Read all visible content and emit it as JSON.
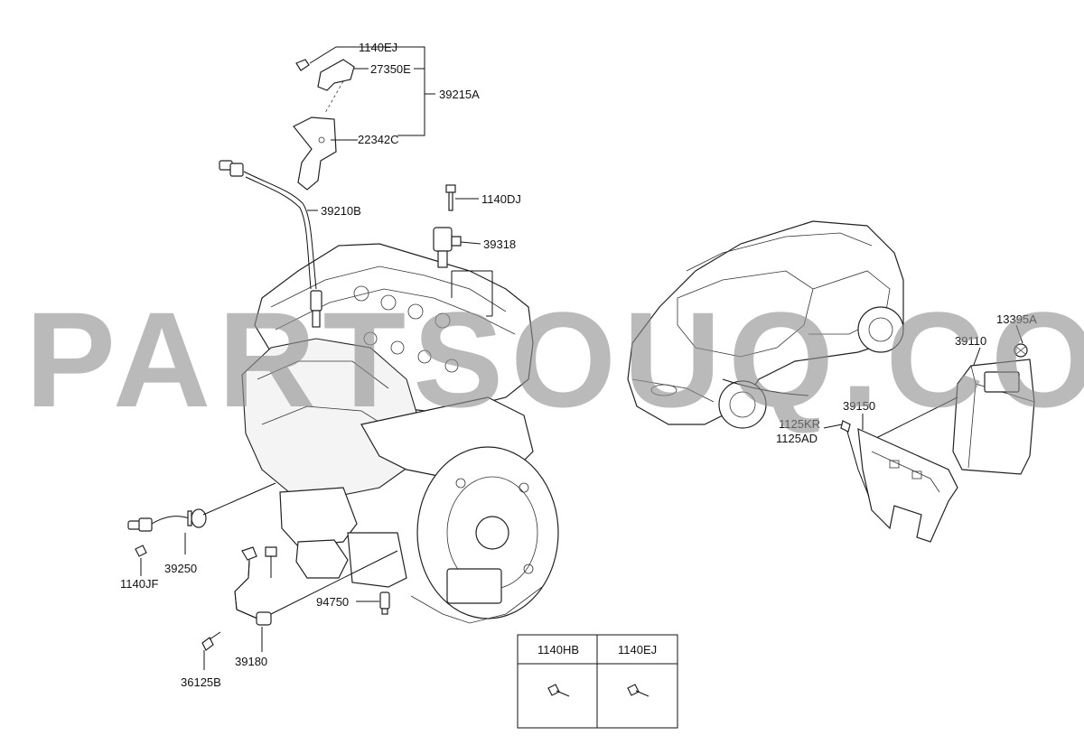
{
  "watermark": "PARTSOUQ.COM",
  "callouts": {
    "c1140EJ": "1140EJ",
    "c27350E": "27350E",
    "c39215A": "39215A",
    "c22342C": "22342C",
    "c39210B": "39210B",
    "c1140DJ": "1140DJ",
    "c39318": "39318",
    "c13395A": "13395A",
    "c39110": "39110",
    "c39150": "39150",
    "c1125KR": "1125KR",
    "c1125AD": "1125AD",
    "c39250": "39250",
    "c1140JF": "1140JF",
    "c94750": "94750",
    "c39180": "39180",
    "c36125B": "36125B"
  },
  "legend": {
    "headers": [
      "1140HB",
      "1140EJ"
    ]
  }
}
